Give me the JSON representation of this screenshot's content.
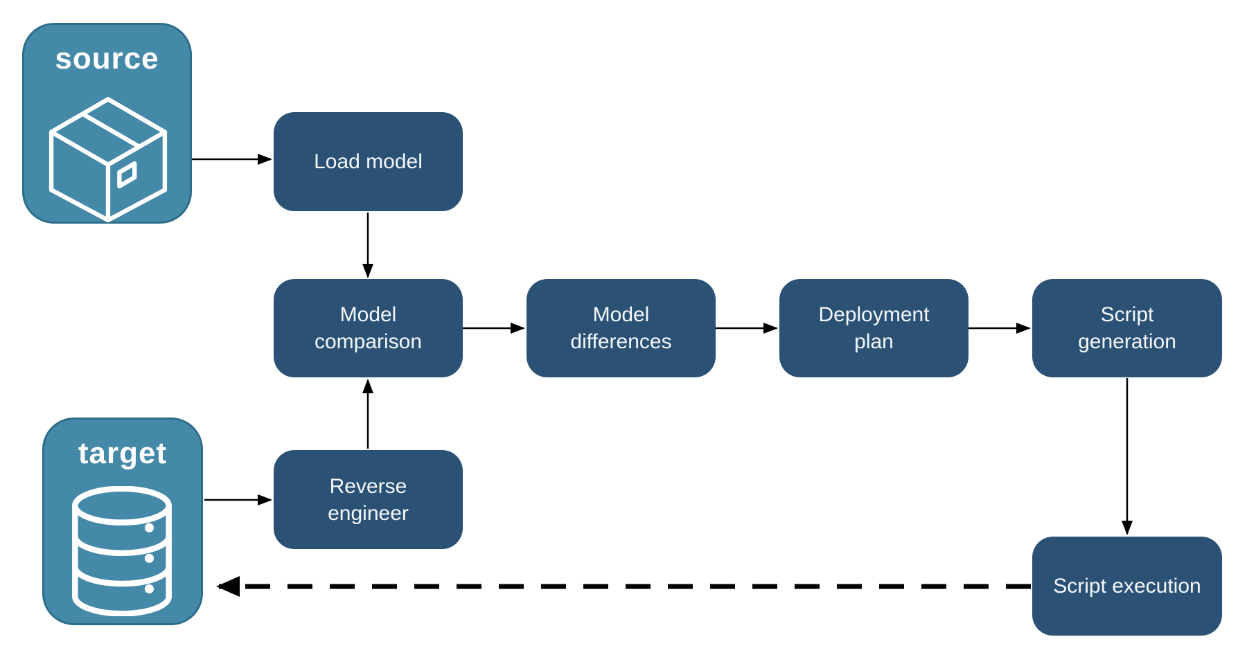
{
  "diagram": {
    "endpoints": {
      "source": {
        "label": "source",
        "icon": "package-icon"
      },
      "target": {
        "label": "target",
        "icon": "database-icon"
      }
    },
    "nodes": {
      "load_model": {
        "label": "Load model"
      },
      "model_comparison": {
        "label": "Model comparison"
      },
      "model_differences": {
        "label": "Model differences"
      },
      "deployment_plan": {
        "label": "Deployment plan"
      },
      "script_generation": {
        "label": "Script generation"
      },
      "reverse_engineer": {
        "label": "Reverse engineer"
      },
      "script_execution": {
        "label": "Script execution"
      }
    },
    "edges": [
      {
        "from": "source",
        "to": "load_model",
        "style": "solid"
      },
      {
        "from": "load_model",
        "to": "model_comparison",
        "style": "solid"
      },
      {
        "from": "target",
        "to": "reverse_engineer",
        "style": "solid"
      },
      {
        "from": "reverse_engineer",
        "to": "model_comparison",
        "style": "solid"
      },
      {
        "from": "model_comparison",
        "to": "model_differences",
        "style": "solid"
      },
      {
        "from": "model_differences",
        "to": "deployment_plan",
        "style": "solid"
      },
      {
        "from": "deployment_plan",
        "to": "script_generation",
        "style": "solid"
      },
      {
        "from": "script_generation",
        "to": "script_execution",
        "style": "solid"
      },
      {
        "from": "script_execution",
        "to": "target",
        "style": "dashed"
      }
    ],
    "colors": {
      "node_fill": "#2b5274",
      "node_text": "#f4f7fa",
      "endpoint_fill": "#4589a9",
      "endpoint_border": "#2e6d8a",
      "endpoint_text": "#ffffff",
      "arrow": "#000000",
      "background": "#ffffff"
    }
  }
}
